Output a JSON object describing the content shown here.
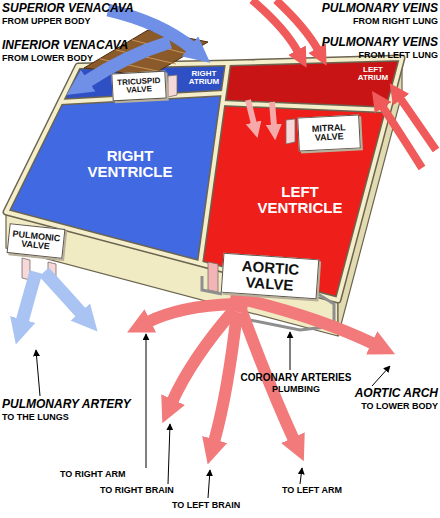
{
  "diagram": {
    "nodes": [
      {
        "text": [
          "RIGHT ATRIUM"
        ]
      },
      {
        "text": [
          "TRICUSPID VALVE"
        ]
      },
      {
        "text": [
          "RIGHT VENTRICLE"
        ]
      },
      {
        "text": [
          "LEFT ATRIUM"
        ]
      },
      {
        "text": [
          "MITRAL VALVE"
        ]
      },
      {
        "text": [
          "LEFT VENTRICLE"
        ]
      },
      {
        "text": [
          "PULMONIC VALVE"
        ]
      },
      {
        "text": [
          "AORTIC VALVE"
        ]
      }
    ],
    "labels": [
      "SUPERIOR VENACAVA",
      "FROM UPPER BODY",
      "INFERIOR VENACAVA",
      "FROM LOWER BODY",
      "PULMONARY VEINS",
      "FROM RIGHT LUNG",
      "PULMONARY VEINS",
      "FROM LEFT LUNG",
      "CORONARY ARTERIES",
      "PLUMBING",
      "AORTIC ARCH",
      "TO LOWER BODY",
      "PULMONARY ARTERY",
      "TO THE LUNGS",
      "TO RIGHT ARM",
      "TO RIGHT BRAIN",
      "TO LEFT BRAIN",
      "TO LEFT ARM"
    ]
  }
}
